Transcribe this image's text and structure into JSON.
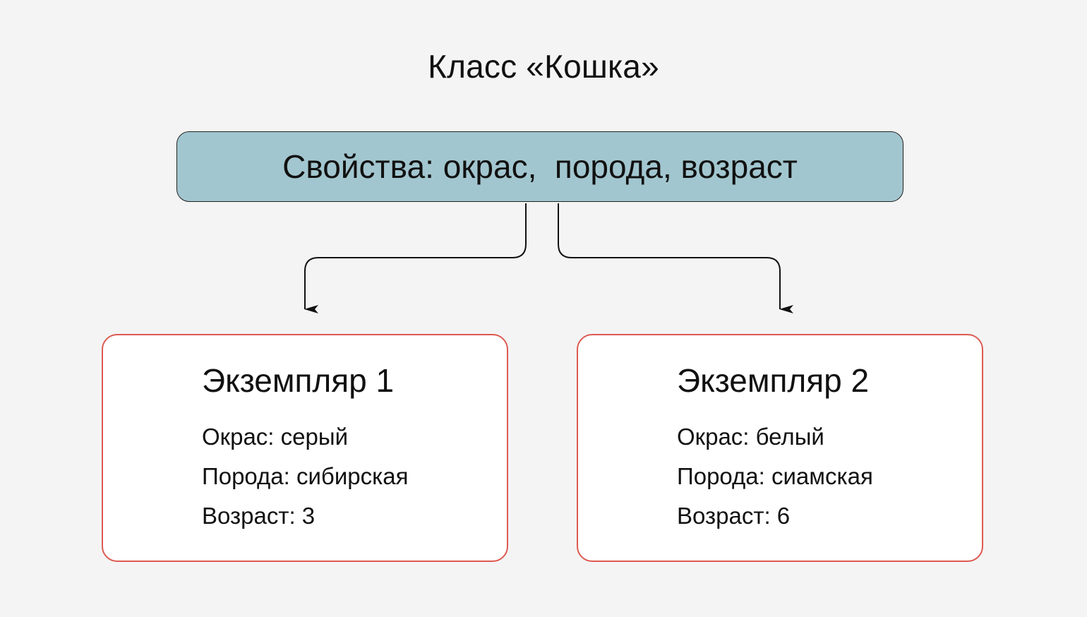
{
  "title": "Класс «Кошка»",
  "class_box": {
    "label": "Свойства: окрас,  порода, возраст"
  },
  "instances": [
    {
      "title": "Экземпляр 1",
      "attributes": [
        "Окрас: серый",
        "Порода: сибирская",
        "Возраст: 3"
      ]
    },
    {
      "title": "Экземпляр 2",
      "attributes": [
        "Окрас: белый",
        "Порода: сиамская",
        "Возраст: 6"
      ]
    }
  ],
  "colors": {
    "background": "#f4f4f4",
    "class_box_fill": "#a2c6cf",
    "instance_border": "#de5a52",
    "instance_fill": "#ffffff",
    "line": "#111111"
  }
}
